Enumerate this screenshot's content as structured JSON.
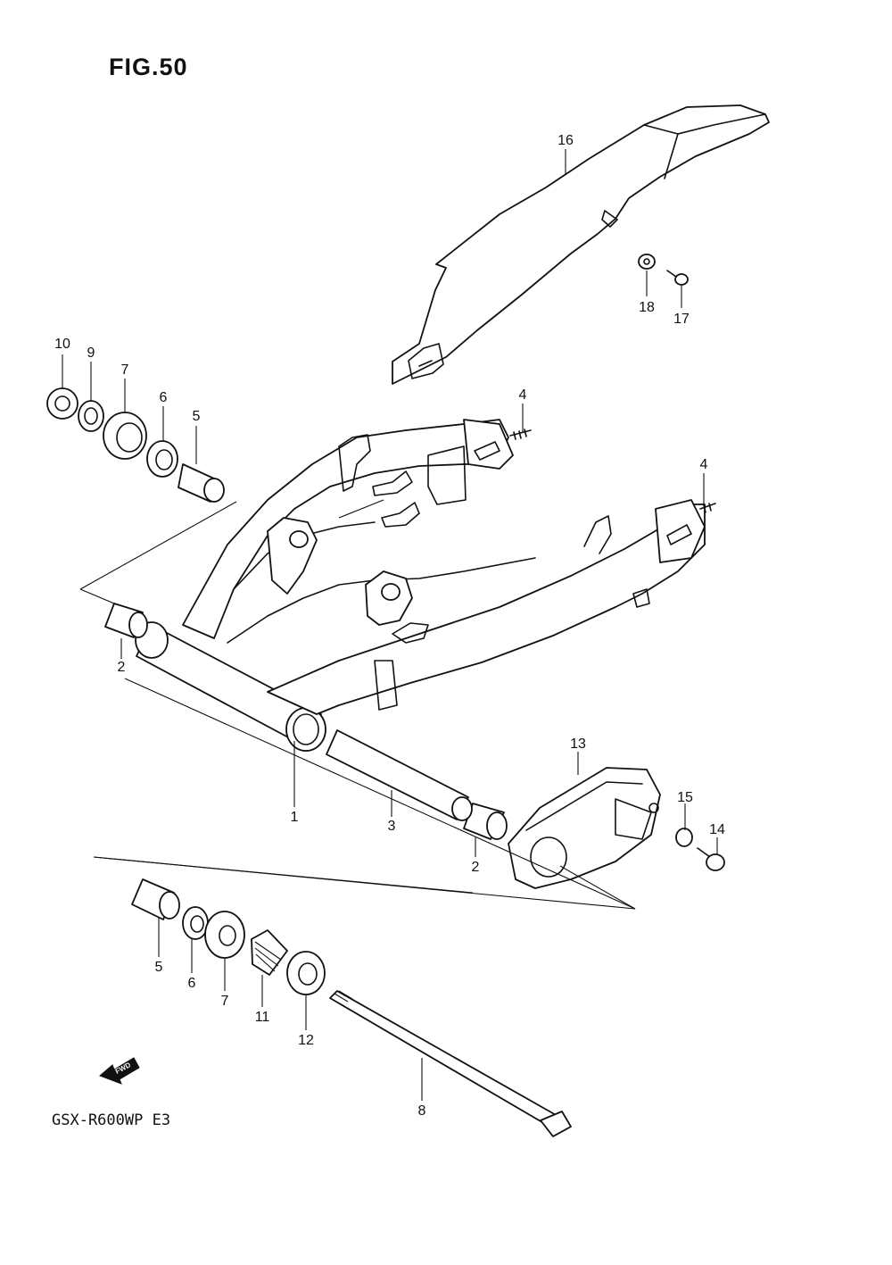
{
  "figure": {
    "title": "FIG.50",
    "model_code": "GSX-R600WP E3",
    "fwd_label": "FWD"
  },
  "callouts": [
    "1",
    "2",
    "2",
    "3",
    "4",
    "4",
    "5",
    "5",
    "6",
    "6",
    "7",
    "7",
    "8",
    "9",
    "10",
    "11",
    "12",
    "13",
    "14",
    "15",
    "16",
    "17",
    "18"
  ]
}
